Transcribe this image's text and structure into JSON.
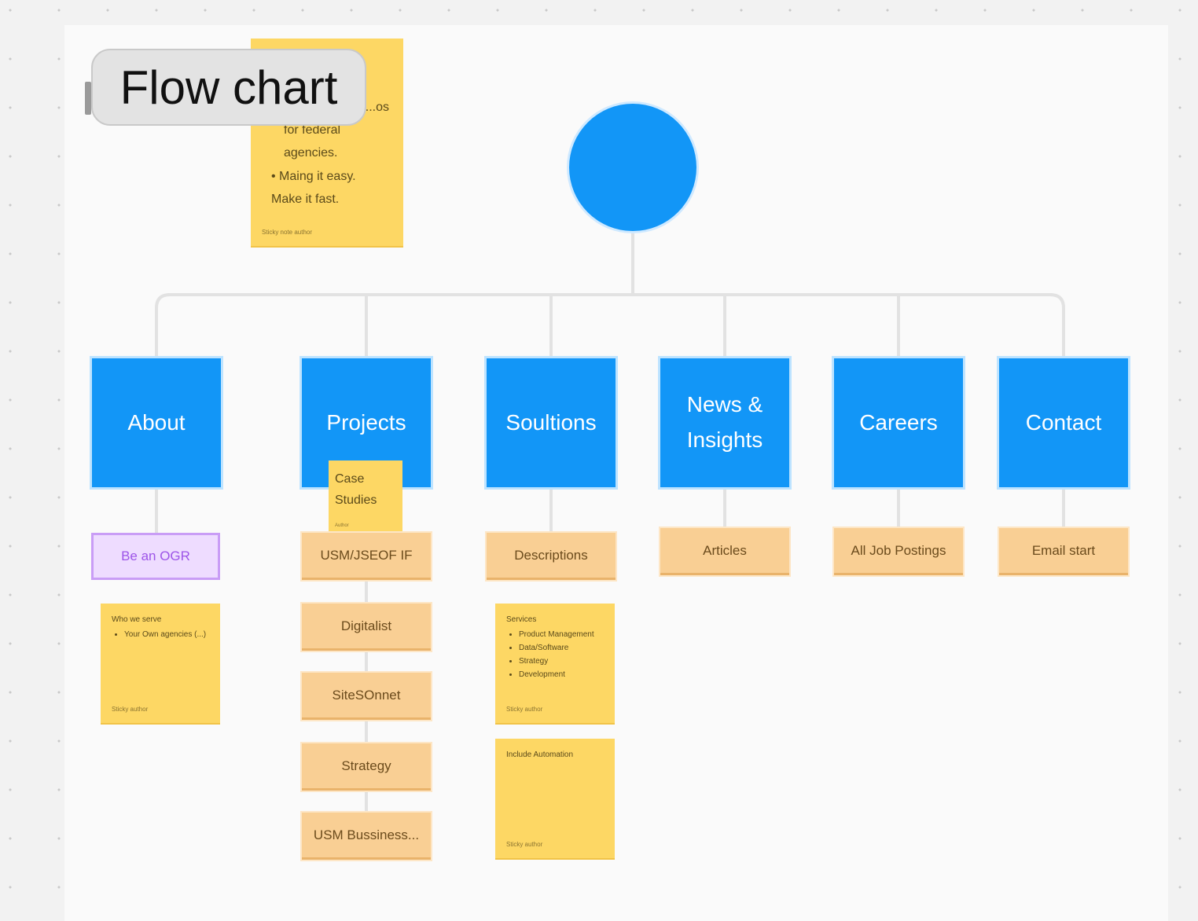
{
  "title": "Flow chart",
  "pages": [
    {
      "key": "about",
      "label": "About"
    },
    {
      "key": "projects",
      "label": "Projects"
    },
    {
      "key": "solutions",
      "label": "Soultions"
    },
    {
      "key": "news",
      "label": "News & Insights"
    },
    {
      "key": "careers",
      "label": "Careers"
    },
    {
      "key": "contact",
      "label": "Contact"
    }
  ],
  "subpages": {
    "about": [
      "Be an OGR"
    ],
    "projects": [
      "USM/JSEOF IF",
      "Digitalist",
      "SiteSOnnet",
      "Strategy",
      "USM Bussiness..."
    ],
    "solutions": [
      "Descriptions"
    ],
    "news": [
      "Articles"
    ],
    "careers": [
      "All Job Postings"
    ],
    "contact": [
      "Email start"
    ]
  },
  "stickies": {
    "top": {
      "lines": [
        "...os",
        "for federal",
        "agencies."
      ],
      "bullet": "Maing it easy. Make it fast.",
      "author": "Sticky note author"
    },
    "case_studies": {
      "text": "Case Studies",
      "author": "Author"
    },
    "about_note": {
      "heading": "Who we serve",
      "bullet": "Your Own agencies (...)",
      "author": "Sticky author"
    },
    "solutions_note": {
      "heading": "Services",
      "bullets": [
        "Product Management",
        "Data/Software",
        "Strategy",
        "Development"
      ],
      "author": "Sticky author"
    },
    "solutions_note2": {
      "heading": "Include Automation",
      "author": "Sticky author"
    }
  },
  "colors": {
    "page_blue": "#1296f7",
    "subpage_orange": "#f9cf94",
    "sticky_yellow": "#fdd764",
    "purple": "#eedcff",
    "connector": "#e2e2e2"
  }
}
